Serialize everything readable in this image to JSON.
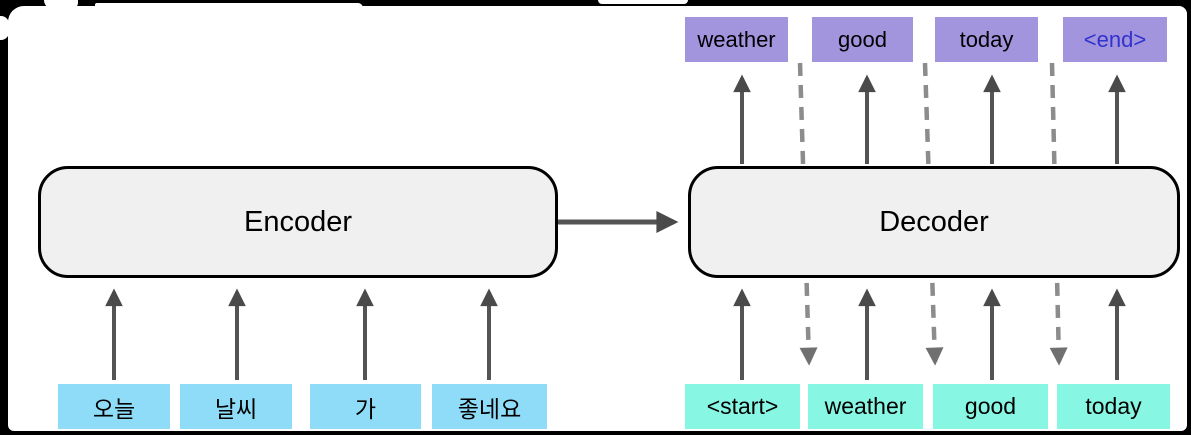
{
  "diagram": {
    "title": "encoder-decoder-sequence-diagram",
    "encoder": {
      "label": "Encoder"
    },
    "decoder": {
      "label": "Decoder"
    },
    "encoder_inputs": [
      {
        "label": "오늘"
      },
      {
        "label": "날씨"
      },
      {
        "label": "가"
      },
      {
        "label": "좋네요"
      }
    ],
    "decoder_inputs": [
      {
        "label": "<start>"
      },
      {
        "label": "weather"
      },
      {
        "label": "good"
      },
      {
        "label": "today"
      }
    ],
    "decoder_outputs": [
      {
        "label": "weather"
      },
      {
        "label": "good"
      },
      {
        "label": "today"
      },
      {
        "label": "<end>"
      }
    ],
    "colors": {
      "encoder_input_box": "#8edcf8",
      "decoder_input_box": "#87f6e3",
      "decoder_output_box": "#a295de",
      "block_fill": "#f0f0f0",
      "block_border": "#000000",
      "solid_arrow": "#545454",
      "dashed_arrow": "#8c8c8c",
      "end_token_text": "#3232cc",
      "frame": "#000000"
    }
  }
}
